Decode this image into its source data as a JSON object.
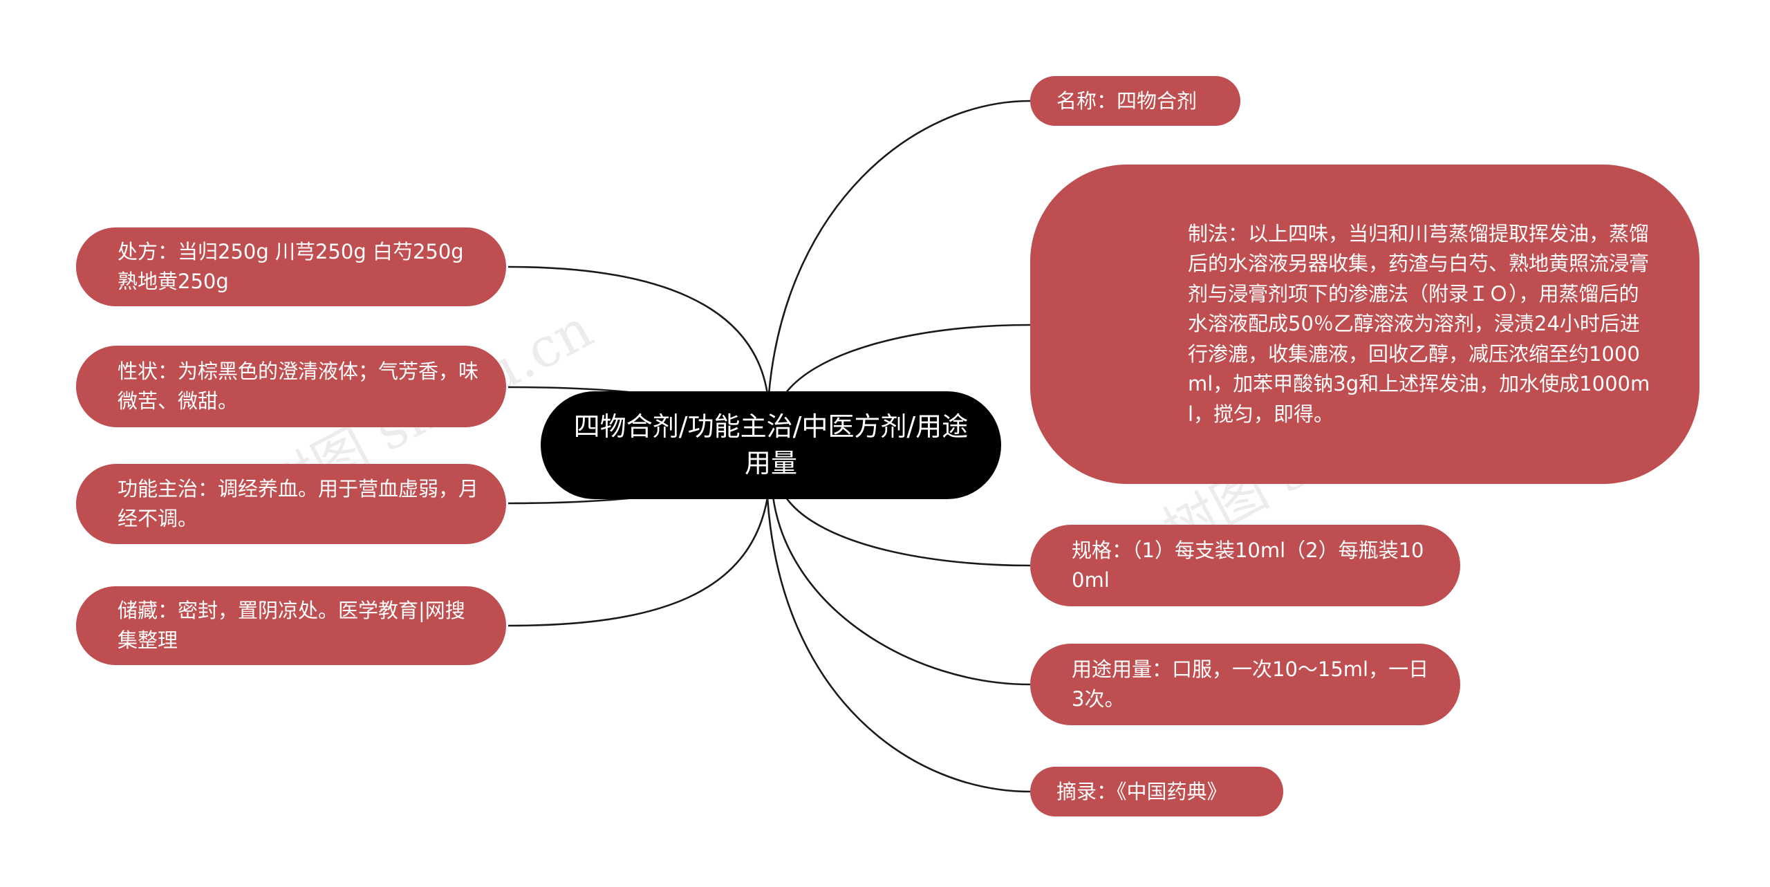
{
  "center": {
    "title": "四物合剂/功能主治/中医方剂/用途用量"
  },
  "left_nodes": [
    {
      "id": "prescription",
      "text": "处方：当归250g 川芎250g 白芍250g 熟地黄250g"
    },
    {
      "id": "properties",
      "text": "性状：为棕黑色的澄清液体；气芳香，味微苦、微甜。"
    },
    {
      "id": "indications",
      "text": "功能主治：调经养血。用于营血虚弱，月经不调。"
    },
    {
      "id": "storage",
      "text": "储藏：密封，置阴凉处。医学教育|网搜集整理"
    }
  ],
  "right_nodes": [
    {
      "id": "name",
      "text": "名称：四物合剂"
    },
    {
      "id": "preparation",
      "text": "制法：以上四味，当归和川芎蒸馏提取挥发油，蒸馏后的水溶液另器收集，药渣与白芍、熟地黄照流浸膏剂与浸膏剂项下的渗漉法（附录ＩＯ），用蒸馏后的水溶液配成50％乙醇溶液为溶剂，浸渍24小时后进行渗漉，收集漉液，回收乙醇，减压浓缩至约1000ml，加苯甲酸钠3g和上述挥发油，加水使成1000ml，搅匀，即得。"
    },
    {
      "id": "specification",
      "text": "规格：（1）每支装10ml（2）每瓶装100ml"
    },
    {
      "id": "usage",
      "text": "用途用量：口服，一次10～15ml，一日3次。"
    },
    {
      "id": "source",
      "text": "摘录：《中国药典》"
    }
  ],
  "watermark": {
    "text": "树图 shutu.cn"
  },
  "colors": {
    "node_fill": "#bf4e50",
    "center_fill": "#000000",
    "connector": "#1a1a1a",
    "text": "#ffffff"
  }
}
